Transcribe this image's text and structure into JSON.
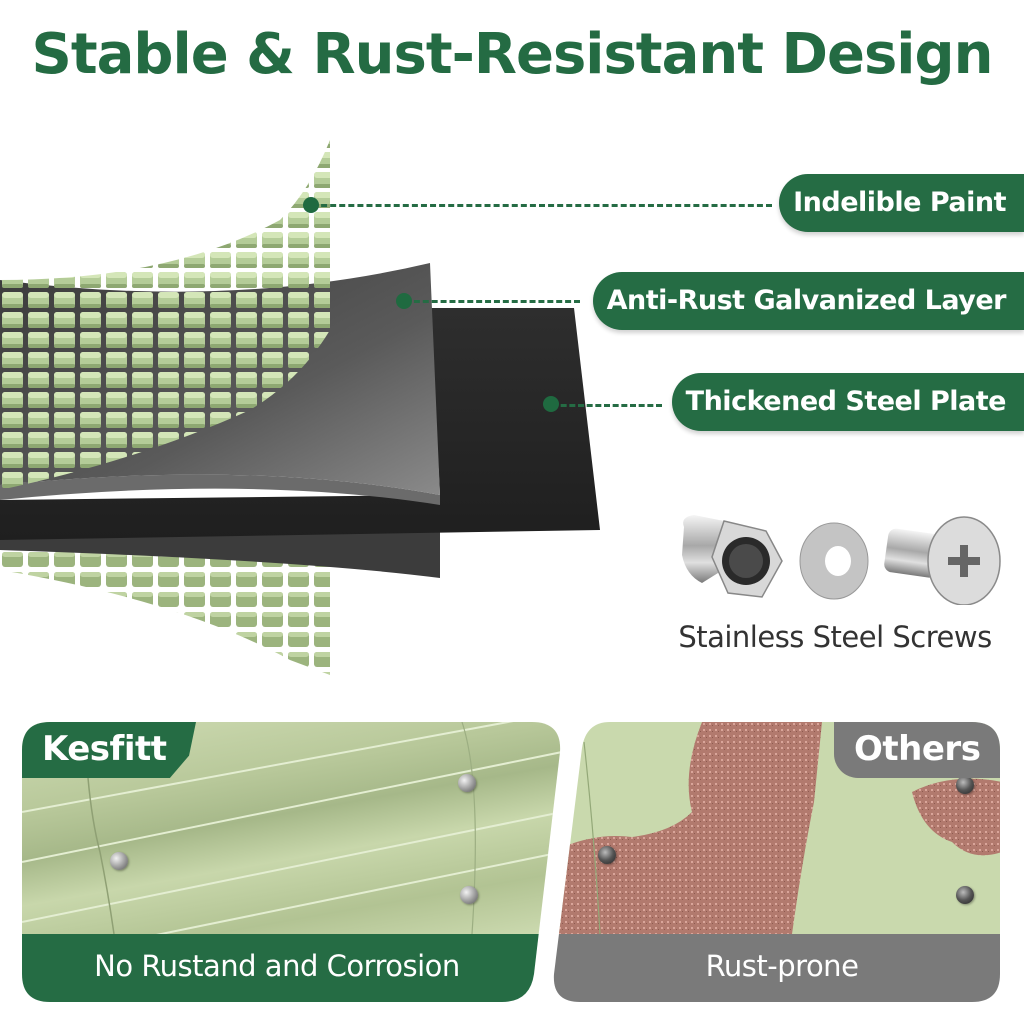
{
  "header": {
    "title": "Stable & Rust-Resistant Design"
  },
  "layers": {
    "callouts": [
      {
        "label": "Indelible Paint"
      },
      {
        "label": "Anti-Rust Galvanized Layer"
      },
      {
        "label": "Thickened Steel Plate"
      }
    ]
  },
  "hardware": {
    "icons": [
      "cap-nut-icon",
      "washer-icon",
      "bolt-icon"
    ],
    "caption": "Stainless Steel Screws"
  },
  "comparison": {
    "left": {
      "tag": "Kesfitt",
      "caption": "No Rustand and Corrosion",
      "accent": "#256c44"
    },
    "right": {
      "tag": "Others",
      "caption": "Rust-prone",
      "accent": "#7a7a7a"
    }
  },
  "colors": {
    "brand_green": "#256c44",
    "paint_green": "#c9d9ad",
    "steel_dark": "#2a2a2a",
    "rust": "#b5776c",
    "gray": "#7a7a7a"
  }
}
